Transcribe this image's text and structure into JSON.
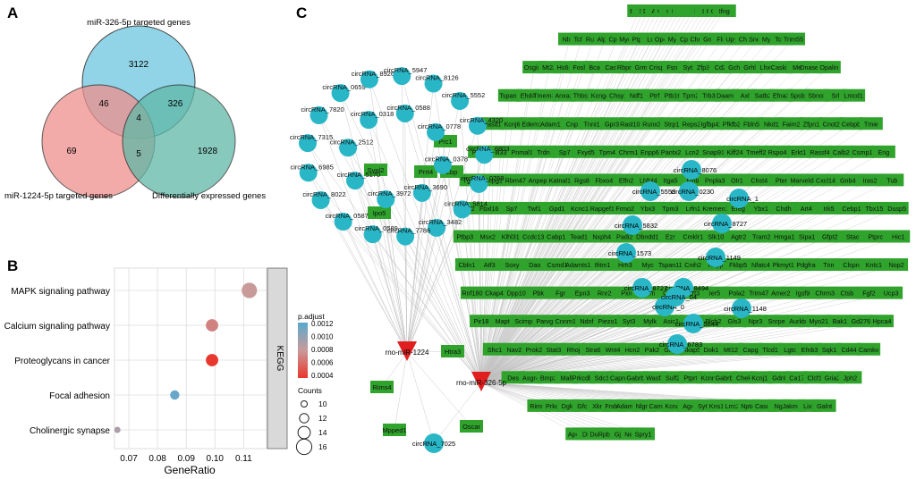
{
  "panels": {
    "a": "A",
    "b": "B",
    "c": "C"
  },
  "venn": {
    "sets": [
      {
        "label": "miR-326-5p targeted genes",
        "color": "#7fcde3"
      },
      {
        "label": "miR-1224-5p targeted genes",
        "color": "#ee8f8b"
      },
      {
        "label": "Differentially expressed genes",
        "color": "#5fb8a6"
      }
    ],
    "regions": {
      "only_326": "3122",
      "only_1224": "69",
      "only_deg": "1928",
      "r326_1224": "46",
      "r326_deg": "326",
      "r1224_deg": "5",
      "all_three": "4"
    }
  },
  "chart_data": {
    "type": "scatter",
    "title": "",
    "xlabel": "GeneRatio",
    "ylabel": "",
    "facet_label": "KEGG",
    "xlim": [
      0.065,
      0.118
    ],
    "x_ticks": [
      "0.07",
      "0.08",
      "0.09",
      "0.10",
      "0.11"
    ],
    "categories": [
      "MAPK signaling pathway",
      "Calcium signaling pathway",
      "Proteoglycans in cancer",
      "Focal adhesion",
      "Cholinergic synapse"
    ],
    "x": [
      0.112,
      0.099,
      0.099,
      0.086,
      0.066
    ],
    "counts": [
      16,
      14,
      14,
      12,
      10
    ],
    "p_adjust": [
      0.0008,
      0.0007,
      0.0004,
      0.00115,
      0.0009
    ],
    "color_legend": {
      "title": "p.adjust",
      "ticks": [
        "0.0012",
        "0.0010",
        "0.0008",
        "0.0006",
        "0.0004"
      ],
      "low_color": "#e8372c",
      "high_color": "#5aa9cf"
    },
    "size_legend": {
      "title": "Counts",
      "values": [
        "10",
        "12",
        "14",
        "16"
      ]
    },
    "grid": true
  },
  "network": {
    "mirna": [
      {
        "label": "rno-miR-1224"
      },
      {
        "label": "rno-miR-326-5p"
      }
    ],
    "circ_left": [
      "circRNA_0769",
      "circRNA_5814",
      "circRNA_3482",
      "circRNA_7786",
      "circRNA_0589",
      "circRNA_0587",
      "circRNA_8022",
      "circRNA_6985",
      "circRNA_7315",
      "circRNA_7820",
      "circRNA_0659",
      "circRNA_8926",
      "circRNA_5947",
      "circRNA_8126",
      "circRNA_5552",
      "circRNA_4320",
      "circRNA_6803",
      "circRNA_0378",
      "circRNA_3690",
      "circRNA_3972",
      "circRNA_5170",
      "circRNA_2512",
      "circRNA_0318",
      "circRNA_0588",
      "circRNA_0778"
    ],
    "genes_left": [
      "Sypl2",
      "Prrt4",
      "Lbp",
      "Prc1",
      "Ipo5",
      "Htra3",
      "Rims4",
      "Mpped1",
      "Oscar"
    ],
    "circ_bottom": "circRNA_7025",
    "circ_right": [
      "circRNA_8076",
      "circRNA_5558",
      "circRNA_0230",
      "circRNA_1",
      "circRNA_8727",
      "circRNA_5832",
      "circRNA_1573",
      "circRNA_1149",
      "circRNA_8727",
      "circRNA_8494",
      "circRNA_0",
      "circRNA_1148",
      "circRNA_5644",
      "circRNA_6783",
      "circRNA_04"
    ],
    "genes_right": [
      "Exph5",
      "Scd",
      "Scml4",
      "Diras1",
      "Itpkc",
      "Acot11",
      "Cxcr4",
      "Ntrn",
      "Gins2",
      "Ltbp2",
      "Fgf2",
      "Ccr7",
      "Rgr",
      "Msn",
      "Fosl2",
      "Dcx",
      "Dmp1",
      "Rar14",
      "Gpr26",
      "Ifng",
      "Nlrc5",
      "Tcf21",
      "Runx",
      "Alpk3",
      "Cplx3",
      "Myoz3",
      "Ptpn7",
      "Lox",
      "Opcml",
      "Myh9",
      "Cpne",
      "Chmal",
      "Gnb3",
      "Flnc",
      "Upyil5",
      "Cho1",
      "Sned1",
      "Mypn",
      "Tc55",
      "Trim55",
      "Osgin1",
      "Mt2A",
      "Hs6st",
      "Fosl1",
      "Bcan",
      "Casr",
      "Rbpms",
      "Grm8",
      "Crisp1",
      "Fsn1",
      "Syt1",
      "Zfp36",
      "Cd2",
      "Gch1",
      "Grhl2",
      "Lhx6",
      "Caskin1",
      "Met",
      "Dnase1l3",
      "Opalin",
      "Tspan2",
      "Ehd4",
      "Tmem35",
      "Anxa2",
      "Thbs1",
      "Kcng4",
      "Chsy1",
      "Ndf1",
      "Ptrf",
      "Ptb16",
      "Tpm2",
      "Trb3",
      "Daam2",
      "Axl",
      "Satb2",
      "Efna3",
      "Spsb1",
      "Sbno2",
      "Srl",
      "Lmcd1",
      "Rasd1",
      "Kcnj6",
      "Edem1",
      "Adam11",
      "Cnp",
      "Tnni1",
      "Gpr3",
      "Rasl10a",
      "Runx3",
      "Strp1",
      "Reps2",
      "Igfbp41",
      "Pfkfb2",
      "Fbln5",
      "Nkd1",
      "Faim2",
      "Zfpn1",
      "Cnot2",
      "Cebpb",
      "Tmie",
      "Pdpn",
      "Ill33",
      "Pnmal1",
      "Trdn",
      "Sp7",
      "Fxyd5",
      "Tpm4",
      "Chrm1",
      "Enpp6",
      "Pantx2",
      "Lcn2",
      "Snap91",
      "Kiff24",
      "Tmeff2",
      "Rspo4",
      "Erkt1",
      "Rassf4",
      "Calb2",
      "Csmp1",
      "Eng",
      "Tgm1",
      "Ccpg1",
      "Rbm47",
      "Anpep",
      "Katnal1",
      "Rgs8",
      "Fbxo4",
      "Elfn2",
      "Lhfpl4",
      "Itga5",
      "Flnb",
      "Pnpla3",
      "Olr1",
      "Chst4",
      "Pter",
      "Marveld3",
      "Cxcl14",
      "Gnb4",
      "Iras2",
      "Tub",
      "Arntl2",
      "Fbxl16",
      "Sp7",
      "Twf1",
      "Gpd1",
      "Kcnc1",
      "Rapgef1",
      "Frmo2",
      "Ybx3",
      "Tpm3",
      "Lrfn1",
      "Kremen1",
      "Ereg",
      "Ybx1",
      "Chdh",
      "Art4",
      "Irk5",
      "Cebp1",
      "Tbx15",
      "Dusp5",
      "Ptbp3",
      "Msx2",
      "Klhl31",
      "Ccdc13",
      "Cabp1",
      "Tead1",
      "Nxph4",
      "Padi2",
      "Dbndd1",
      "Ezr",
      "Cmklr1",
      "Slk10",
      "Agtr2",
      "Tram2",
      "Hmga1",
      "Sipa1",
      "Gfpt2",
      "Stac",
      "Ptprc",
      "Hic1",
      "Cbln1",
      "Atf3",
      "Soxy",
      "Dao",
      "Csmd1",
      "Adamts17",
      "Ifitm1",
      "Hrh3",
      "Myc",
      "Tspan11",
      "Cnih2",
      "Rbpjl",
      "Fkbp5",
      "Nfatc4",
      "Pkmyt1",
      "Pdgfra",
      "Tnn",
      "Clspn",
      "Kntc1",
      "Nop2",
      "Rnf180",
      "Ckap4",
      "Dpp10",
      "Pbk",
      "Fgr",
      "Epn3",
      "Rnr2",
      "Pxn",
      "Adm",
      "Cd38",
      "Prrt3",
      "Ier5",
      "Pola2",
      "Trim47",
      "Amer2",
      "Igsf9",
      "Chrm3",
      "Ctsb",
      "Fgf2",
      "Ucp3",
      "Pir18",
      "Mapt",
      "Scimp",
      "Parvg",
      "Cnnm1",
      "Ndnf",
      "Piezo1",
      "Syt3",
      "Mylk",
      "Asic1",
      "Shm4",
      "Plch2",
      "Gls3",
      "Npr3",
      "Snrpe",
      "Aurkb",
      "Myo21",
      "Bak1",
      "Gd276",
      "Hpca4",
      "Shc1",
      "Nav2",
      "Prok2",
      "Stat3",
      "Rhoj",
      "Stra6",
      "Wnt4",
      "Hcn2",
      "Pak2",
      "Glrp1",
      "Akap5",
      "Dok1",
      "Mt12",
      "Capg",
      "Tlcd1",
      "Lgtc",
      "Efnb3",
      "Sqk1",
      "Cd44",
      "Camkv",
      "Des",
      "Asgr4",
      "Bmp2",
      "Mall",
      "Prkcdbp",
      "Sdc1",
      "Capn6",
      "Gabrb1",
      "Wasf3",
      "Sulf2",
      "Ptprt",
      "Kcnn",
      "Gabrb1",
      "Chek",
      "Kcnj16",
      "Gdnf",
      "Ca17",
      "Clcf1",
      "Gria2",
      "Jph2",
      "Rims3",
      "Prkcg",
      "Dgkb",
      "Gfc2",
      "Xkr7",
      "Fndc5",
      "Adamts7",
      "Nlgn3",
      "Camkk",
      "Kcna7",
      "Agxt",
      "Syt7",
      "Kns1m",
      "Lrrc23",
      "Nptx1",
      "Casq1",
      "Ngf",
      "Jakmip3",
      "Lix1",
      "Galnt",
      "Apoa4",
      "Dbp",
      "Dusp1",
      "Rpbms2",
      "Gjb4",
      "Nek6",
      "Spry1"
    ]
  }
}
